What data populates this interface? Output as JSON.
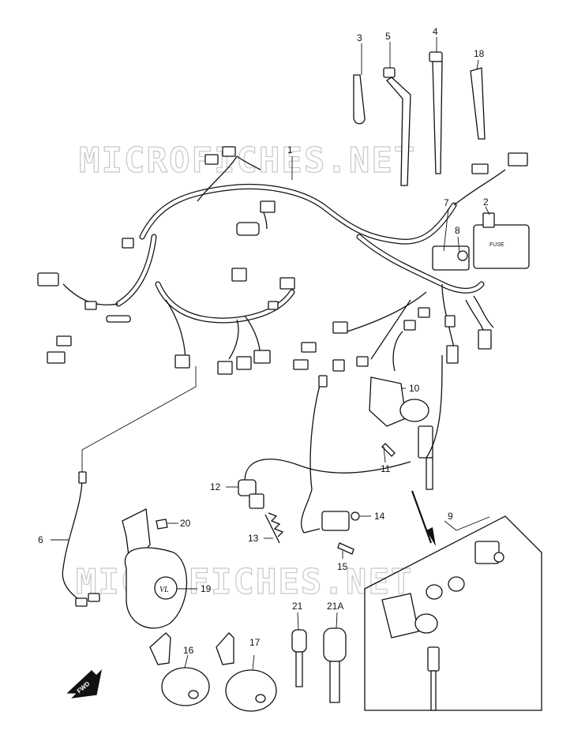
{
  "watermark": {
    "text": "MICROFICHES.NET"
  },
  "fwd_label": "FWD",
  "callouts": {
    "c1": "1",
    "c2": "2",
    "c3": "3",
    "c4": "4",
    "c5": "5",
    "c6": "6",
    "c7": "7",
    "c8": "8",
    "c9": "9",
    "c10": "10",
    "c11": "11",
    "c12": "12",
    "c13": "13",
    "c14": "14",
    "c15": "15",
    "c16": "16",
    "c17": "17",
    "c18": "18",
    "c19": "19",
    "c20": "20",
    "c21": "21",
    "c21a": "21A"
  },
  "horn_badge": "VL"
}
